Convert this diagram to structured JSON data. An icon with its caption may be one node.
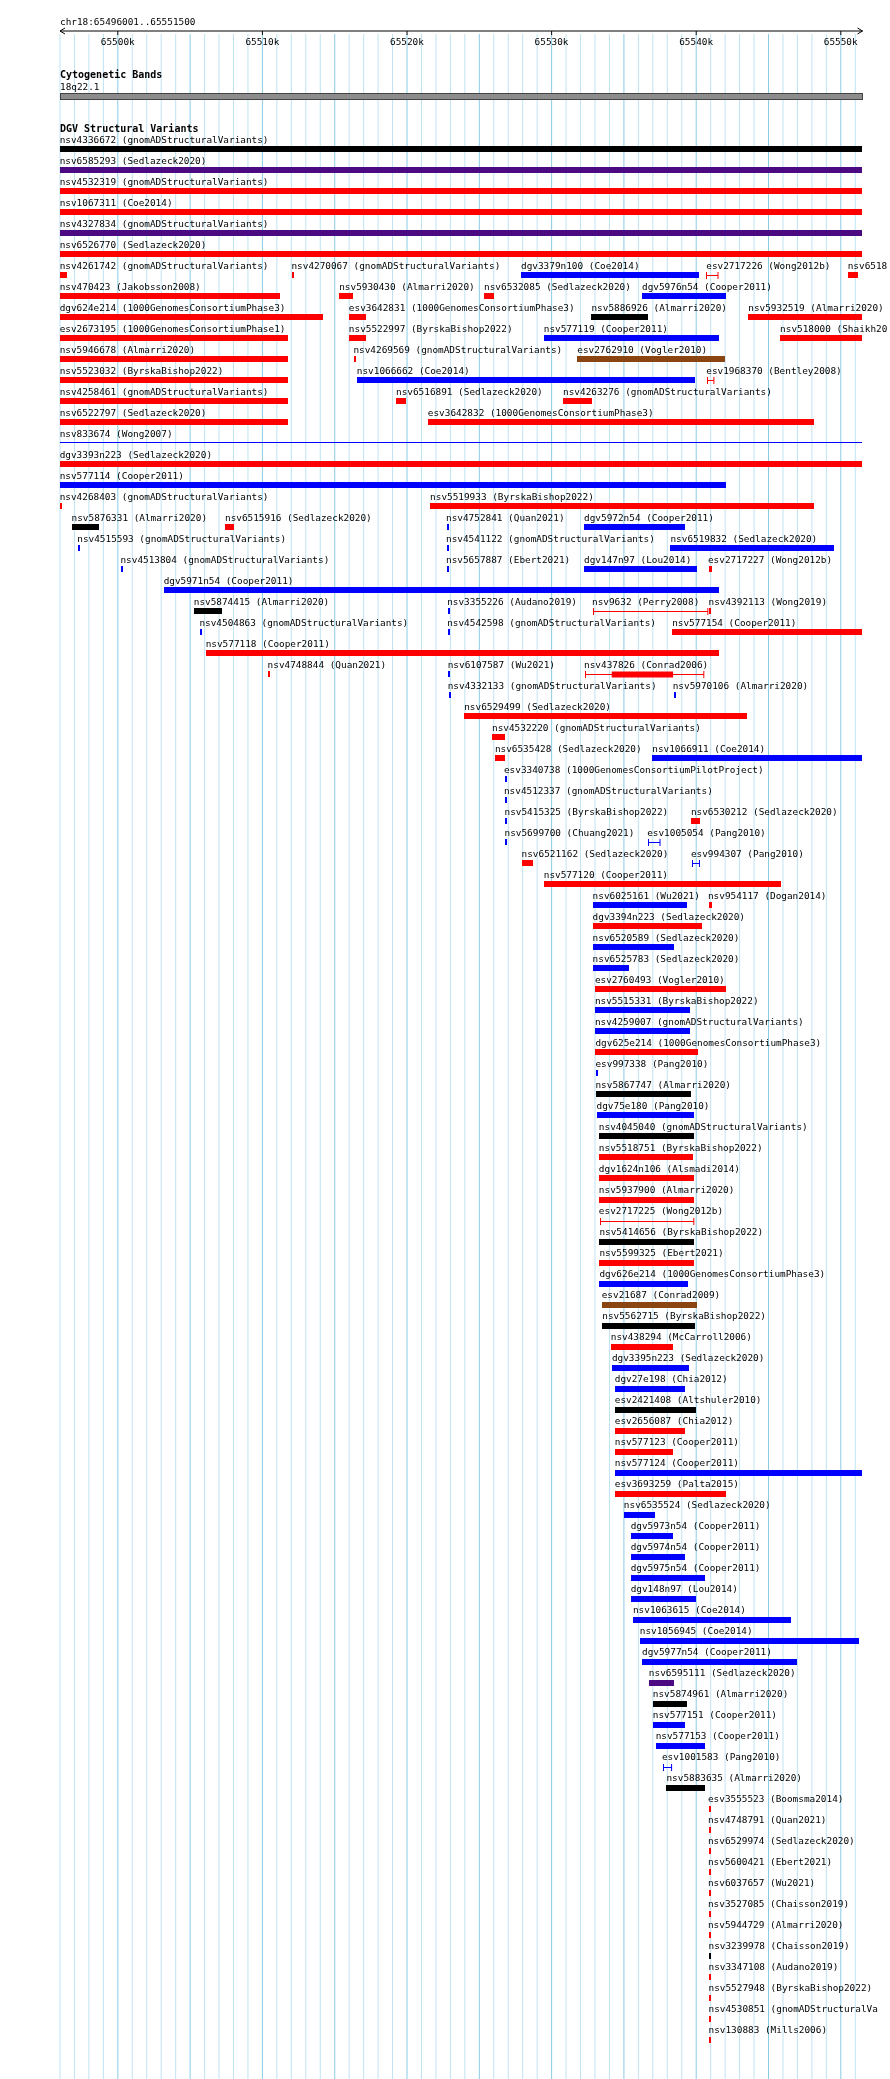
{
  "diagram": {
    "labels": [
      "chr18:65496001..65551500",
      "65500k",
      "65510k",
      "65520k",
      "65530k",
      "65540k",
      "65550k",
      "Cytogenetic Bands",
      "18q22.1",
      "DGV Structural Variants",
      "nsv4336672 (gnomADStructuralVariants)",
      "nsv6585293 (Sedlazeck2020)",
      "nsv4532319 (gnomADStructuralVariants)",
      "nsv1067311 (Coe2014)",
      "nsv4327834 (gnomADStructuralVariants)",
      "nsv6526770 (Sedlazeck2020)",
      "nsv4261742 (gnomADStructuralVariants)",
      "nsv4270067 (gnomADStructuralVariants)",
      "dgv3379n100 (Coe2014)",
      "esv2717226 (Wong2012b)",
      "nsv6518",
      "nsv470423 (Jakobsson2008)",
      "nsv5930430 (Almarri2020)",
      "nsv6532085 (Sedlazeck2020)",
      "dgv5976n54 (Cooper2011)",
      "dgv624e214 (1000GenomesConsortiumPhase3)",
      "esv3642831 (1000GenomesConsortiumPhase3)",
      "nsv5886926 (Almarri2020)",
      "nsv5932519 (Almarri2020)",
      "esv2673195 (1000GenomesConsortiumPhase1)",
      "nsv5522997 (ByrskaBishop2022)",
      "nsv577119 (Cooper2011)",
      "nsv518000 (Shaikh20",
      "nsv5946678 (Almarri2020)",
      "nsv4269569 (gnomADStructuralVariants)",
      "esv2762910 (Vogler2010)",
      "nsv5523032 (ByrskaBishop2022)",
      "nsv1066662 (Coe2014)",
      "esv1968370 (Bentley2008)",
      "nsv4258461 (gnomADStructuralVariants)",
      "nsv6516891 (Sedlazeck2020)",
      "nsv4263276 (gnomADStructuralVariants)",
      "nsv6522797 (Sedlazeck2020)",
      "esv3642832 (1000GenomesConsortiumPhase3)",
      "nsv833674 (Wong2007)",
      "dgv3393n223 (Sedlazeck2020)",
      "nsv577114 (Cooper2011)",
      "nsv4268403 (gnomADStructuralVariants)",
      "nsv5519933 (ByrskaBishop2022)",
      "nsv5876331 (Almarri2020)",
      "nsv6515916 (Sedlazeck2020)",
      "nsv4752841 (Quan2021)",
      "dgv5972n54 (Cooper2011)",
      "nsv4515593 (gnomADStructuralVariants)",
      "nsv4541122 (gnomADStructuralVariants)",
      "nsv6519832 (Sedlazeck2020)",
      "nsv4513804 (gnomADStructuralVariants)",
      "nsv5657887 (Ebert2021)",
      "dgv147n97 (Lou2014)",
      "esv2717227 (Wong2012b)",
      "dgv5971n54 (Cooper2011)",
      "nsv5874415 (Almarri2020)",
      "nsv3355226 (Audano2019)",
      "nsv9632 (Perry2008)",
      "nsv4392113 (Wong2019)",
      "nsv4504863 (gnomADStructuralVariants)",
      "nsv4542598 (gnomADStructuralVariants)",
      "nsv577154 (Cooper2011)",
      "nsv577118 (Cooper2011)",
      "nsv4748844 (Quan2021)",
      "nsv6107587 (Wu2021)",
      "nsv437826 (Conrad2006)",
      "nsv4332133 (gnomADStructuralVariants)",
      "nsv5970106 (Almarri2020)",
      "nsv6529499 (Sedlazeck2020)",
      "nsv4532220 (gnomADStructuralVariants)",
      "nsv6535428 (Sedlazeck2020)",
      "nsv1066911 (Coe2014)",
      "esv3340738 (1000GenomesConsortiumPilotProject)",
      "nsv4512337 (gnomADStructuralVariants)",
      "nsv5415325 (ByrskaBishop2022)",
      "nsv6530212 (Sedlazeck2020)",
      "nsv5699700 (Chuang2021)",
      "esv1005054 (Pang2010)",
      "nsv6521162 (Sedlazeck2020)",
      "esv994307 (Pang2010)",
      "nsv577120 (Cooper2011)",
      "nsv6025161 (Wu2021)",
      "nsv954117 (Dogan2014)",
      "dgv3394n223 (Sedlazeck2020)",
      "nsv6520589 (Sedlazeck2020)",
      "nsv6525783 (Sedlazeck2020)",
      "esv2760493 (Vogler2010)",
      "nsv5515331 (ByrskaBishop2022)",
      "nsv4259007 (gnomADStructuralVariants)",
      "dgv625e214 (1000GenomesConsortiumPhase3)",
      "esv997338 (Pang2010)",
      "nsv5867747 (Almarri2020)",
      "dgv75e180 (Pang2010)",
      "nsv4045040 (gnomADStructuralVariants)",
      "nsv5518751 (ByrskaBishop2022)",
      "dgv1624n106 (Alsmadi2014)",
      "nsv5937900 (Almarri2020)",
      "esv2717225 (Wong2012b)",
      "nsv5414656 (ByrskaBishop2022)",
      "nsv5599325 (Ebert2021)",
      "dgv626e214 (1000GenomesConsortiumPhase3)",
      "esv21687 (Conrad2009)",
      "nsv5562715 (ByrskaBishop2022)",
      "nsv438294 (McCarroll2006)",
      "dgv3395n223 (Sedlazeck2020)",
      "dgv27e198 (Chia2012)",
      "esv2421408 (Altshuler2010)",
      "esv2656087 (Chia2012)",
      "nsv577123 (Cooper2011)",
      "nsv577124 (Cooper2011)",
      "esv3693259 (Palta2015)",
      "nsv6535524 (Sedlazeck2020)",
      "dgv5973n54 (Cooper2011)",
      "dgv5974n54 (Cooper2011)",
      "dgv5975n54 (Cooper2011)",
      "dgv148n97 (Lou2014)",
      "nsv1063615 (Coe2014)",
      "nsv1056945 (Coe2014)",
      "dgv5977n54 (Cooper2011)",
      "nsv6595111 (Sedlazeck2020)",
      "nsv5874961 (Almarri2020)",
      "nsv577151 (Cooper2011)",
      "nsv577153 (Cooper2011)",
      "esv1001583 (Pang2010)",
      "nsv5883635 (Almarri2020)",
      "esv3555523 (Boomsma2014)",
      "nsv4748791 (Quan2021)",
      "nsv6529974 (Sedlazeck2020)",
      "nsv5600421 (Ebert2021)",
      "nsv6037657 (Wu2021)",
      "nsv3527085 (Chaisson2019)",
      "nsv5944729 (Almarri2020)",
      "nsv3239978 (Chaisson2019)",
      "nsv3347108 (Audano2019)",
      "nsv5527948 (ByrskaBishop2022)",
      "nsv4530851 (gnomADStructuralVa",
      "nsv130883 (Mills2006)"
    ]
  }
}
